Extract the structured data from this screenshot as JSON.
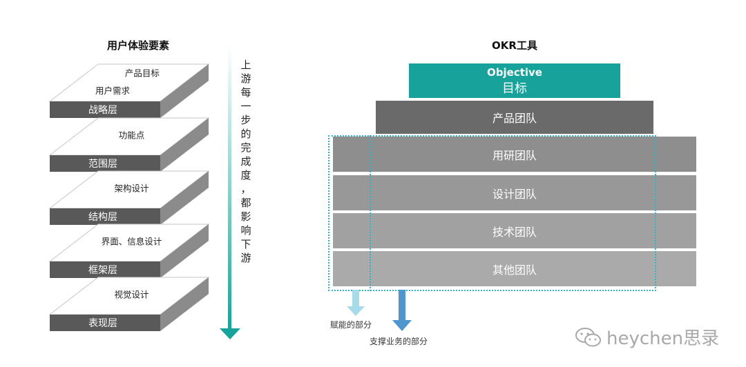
{
  "left_diagram": {
    "title": "用户体验要素",
    "layers": [
      {
        "name": "战略层",
        "items": [
          "产品目标",
          "用户需求"
        ]
      },
      {
        "name": "范围层",
        "items": [
          "功能点"
        ]
      },
      {
        "name": "结构层",
        "items": [
          "架构设计"
        ]
      },
      {
        "name": "框架层",
        "items": [
          "界面、信息设计"
        ]
      },
      {
        "name": "表现层",
        "items": [
          "视觉设计"
        ]
      }
    ],
    "vertical_note": [
      "上",
      "游",
      "每",
      "一",
      "步",
      "的",
      "完",
      "成",
      "度",
      "，",
      "都",
      "影",
      "响",
      "下",
      "游"
    ]
  },
  "right_diagram": {
    "title": "OKR工具",
    "objective": {
      "en": "Objective",
      "zh": "目标"
    },
    "teams": [
      "产品团队",
      "用研团队",
      "设计团队",
      "技术团队",
      "其他团队"
    ],
    "annotations": {
      "enable": "赋能的部分",
      "support": "支撑业务的部分"
    }
  },
  "colors": {
    "teal": "#17a39b",
    "arrow_teal": "#2bb5cf",
    "dark_gray": "#6a6a6a",
    "mid_gray": "#8c8c8c",
    "light_gray": "#a8a8a8"
  },
  "watermark": {
    "icon": "wechat-icon",
    "text": "heychen思录"
  }
}
